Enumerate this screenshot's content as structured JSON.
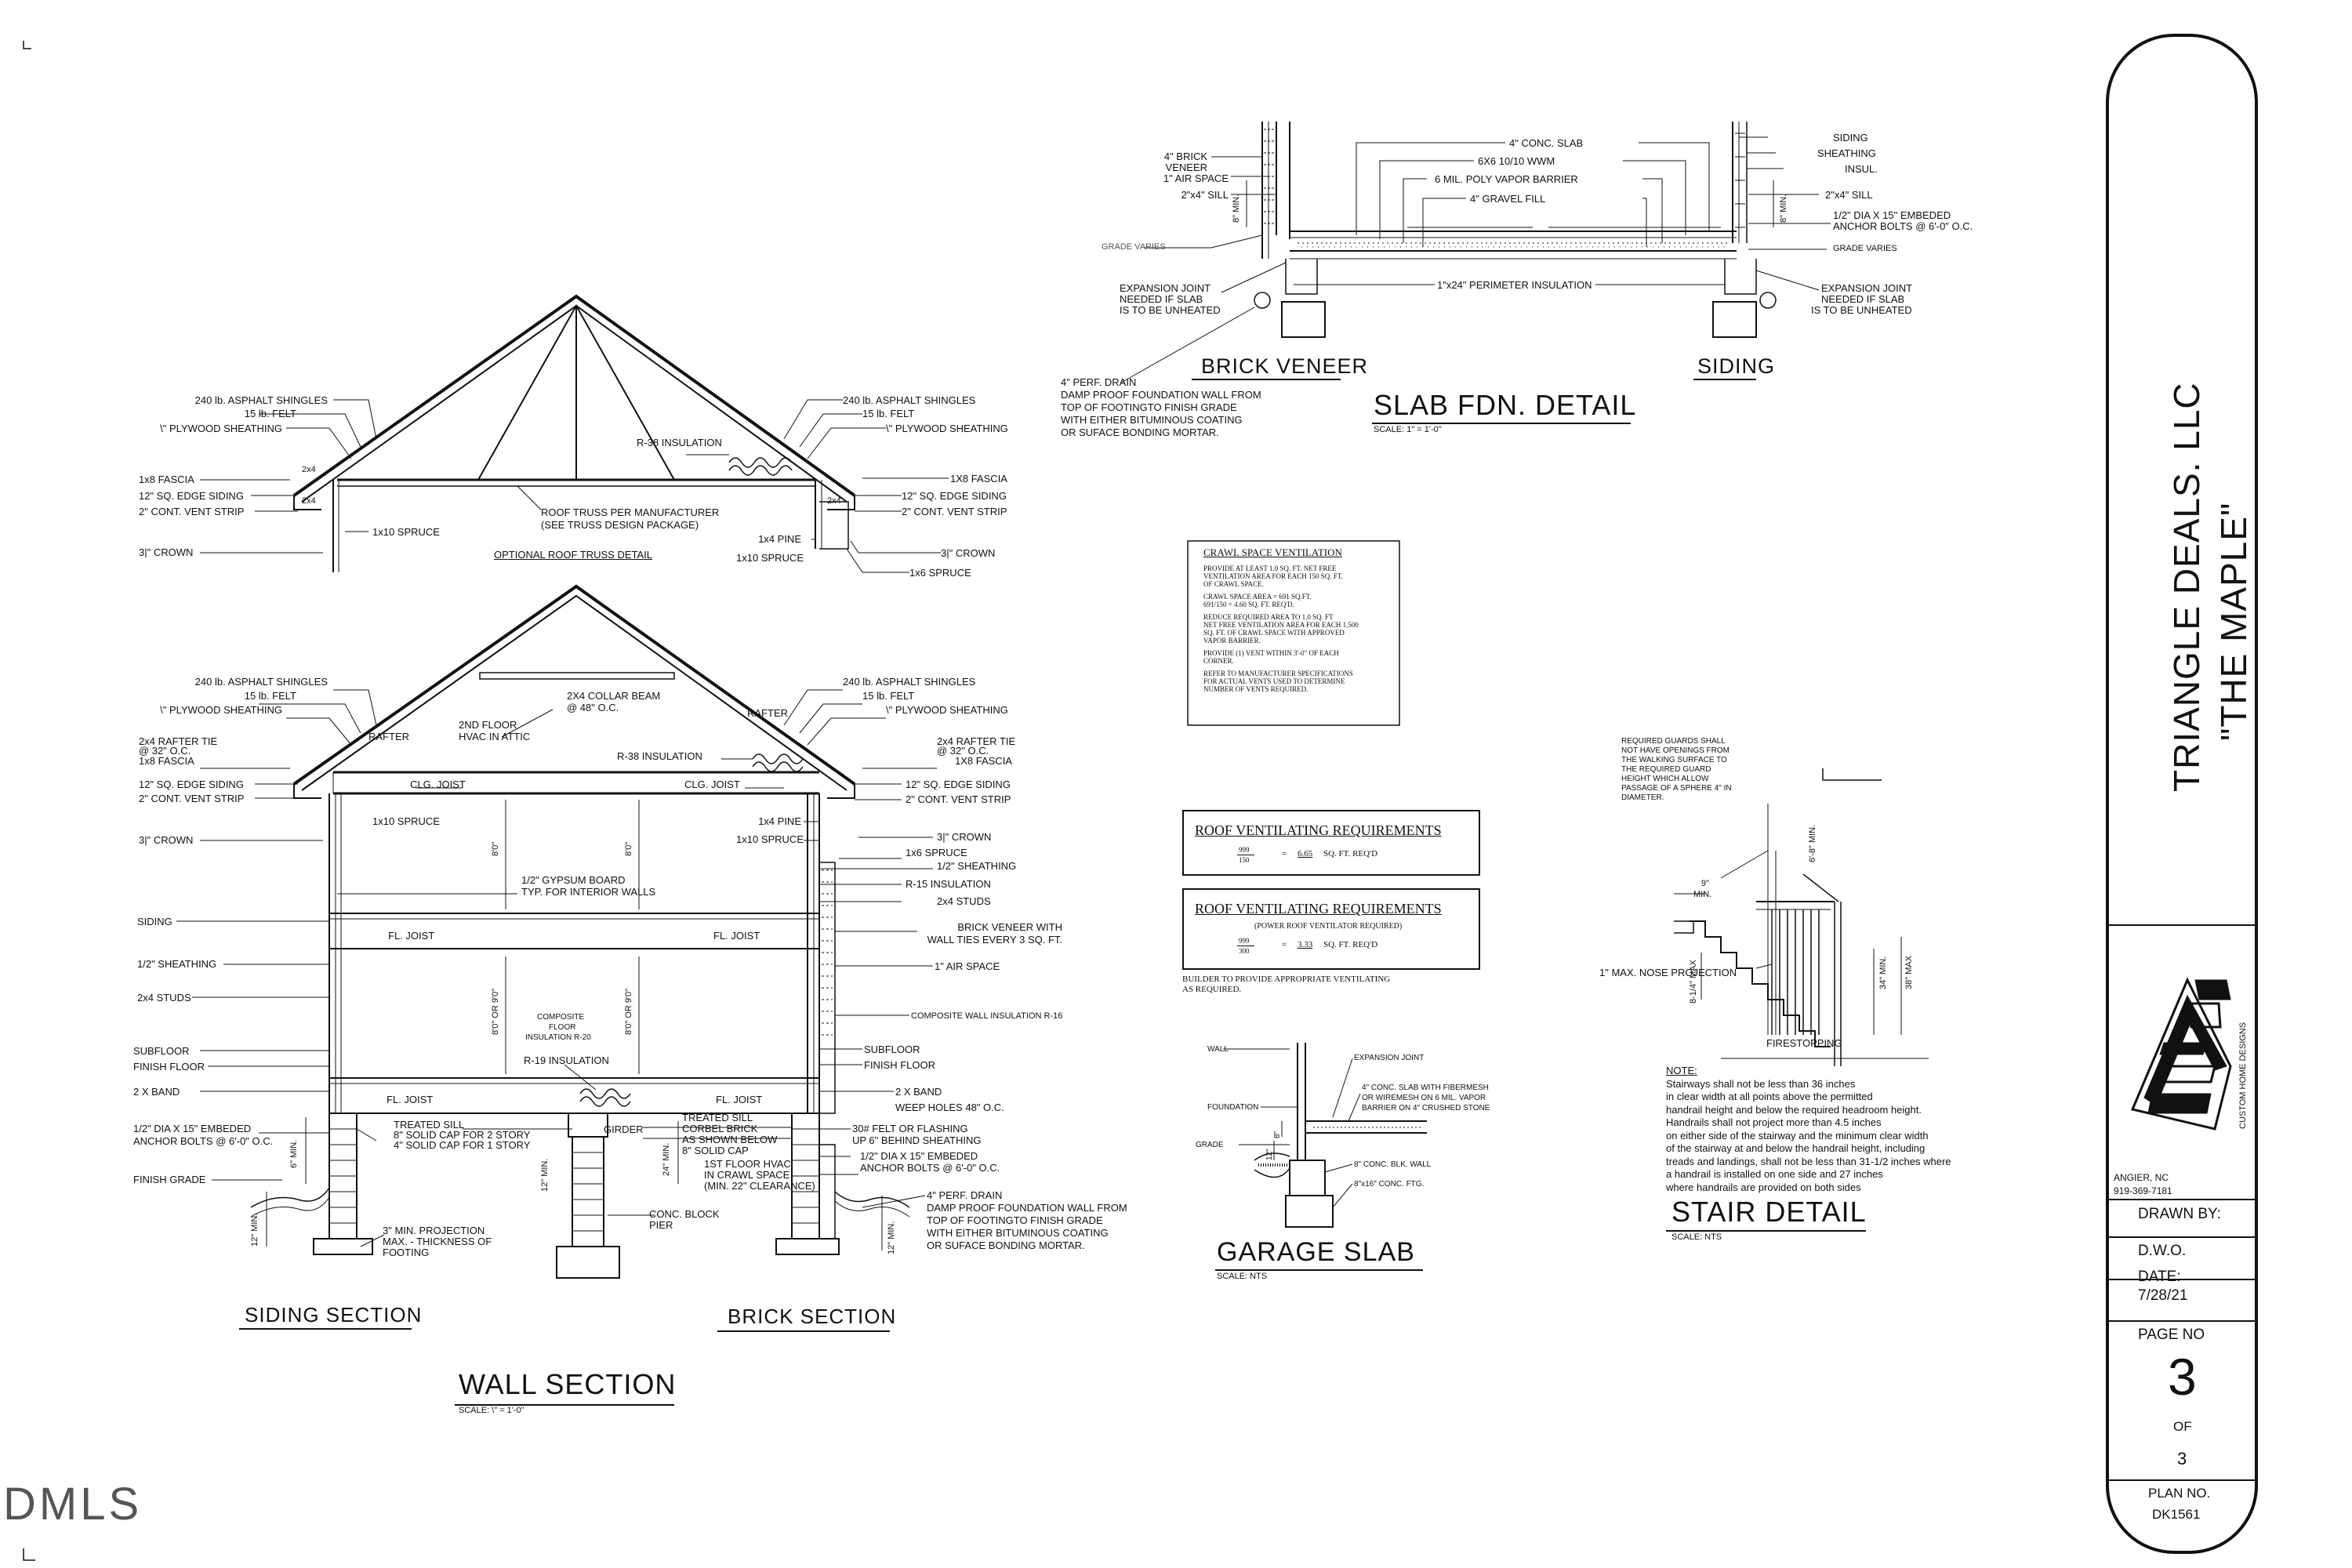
{
  "watermark": "DMLS",
  "title_block": {
    "company": "TRIANGLE DEALS. LLC",
    "plan_name": "\"THE MAPLE\"",
    "logo_subtext": "CUSTOM HOME DESIGNS",
    "location": "ANGIER, NC",
    "phone": "919-369-7181",
    "drawn_by_label": "DRAWN BY:",
    "drawn_by": "D.W.O.",
    "date_label": "DATE:",
    "date": "7/28/21",
    "page_label": "PAGE NO",
    "page_no": "3",
    "of_label": "OF",
    "page_total": "3",
    "plan_label": "PLAN NO.",
    "plan_no": "DK1561"
  },
  "truss": {
    "left": [
      "240 lb. ASPHALT SHINGLES",
      "15 lb. FELT",
      "\\\" PLYWOOD SHEATHING",
      "1x8 FASCIA",
      "12\" SQ. EDGE SIDING",
      "2\" CONT. VENT STRIP",
      "3|\" CROWN",
      "2x4",
      "2x4",
      "1x10 SPRUCE"
    ],
    "right": [
      "240 lb. ASPHALT SHINGLES",
      "15 lb. FELT",
      "\\\" PLYWOOD SHEATHING",
      "1X8 FASCIA",
      "12\" SQ. EDGE SIDING",
      "2\" CONT. VENT STRIP",
      "1x4 PINE",
      "1x10 SPRUCE",
      "3|\" CROWN",
      "1x6 SPRUCE",
      "2x4"
    ],
    "insulation": "R-38 INSULATION",
    "note1": "ROOF TRUSS PER MANUFACTURER",
    "note2": "(SEE TRUSS DESIGN PACKAGE)",
    "caption": "OPTIONAL ROOF TRUSS DETAIL"
  },
  "wall_section": {
    "left": [
      "240 lb. ASPHALT SHINGLES",
      "15 lb. FELT",
      "\\\" PLYWOOD SHEATHING",
      "2x4 RAFTER TIE",
      "@ 32\" O.C.",
      "1x8 FASCIA",
      "12\" SQ. EDGE SIDING",
      "2\" CONT. VENT STRIP",
      "3|\" CROWN",
      "SIDING",
      "1/2\" SHEATHING",
      "2x4 STUDS",
      "SUBFLOOR",
      "FINISH FLOOR",
      "2 X    BAND",
      "1/2\" DIA X 15\" EMBEDED",
      "ANCHOR BOLTS @ 6'-0\" O.C.",
      "FINISH GRADE"
    ],
    "right": [
      "240 lb. ASPHALT SHINGLES",
      "15 lb. FELT",
      "\\\" PLYWOOD SHEATHING",
      "2x4 RAFTER TIE",
      "@ 32\" O.C.",
      "1X8 FASCIA",
      "12\" SQ. EDGE SIDING",
      "2\" CONT. VENT STRIP",
      "3|\" CROWN",
      "1x6 SPRUCE",
      "1/2\" SHEATHING",
      "R-15 INSULATION",
      "2x4 STUDS",
      "BRICK VENEER WITH",
      "WALL TIES EVERY 3 SQ. FT.",
      "1\" AIR SPACE",
      "COMPOSITE WALL INSULATION R-16",
      "SUBFLOOR",
      "FINISH FLOOR",
      "2 X    BAND",
      "WEEP HOLES 48\" O.C.",
      "30# FELT OR FLASHING",
      "UP 6\" BEHIND SHEATHING",
      "1/2\" DIA X 15\" EMBEDED",
      "ANCHOR BOLTS @ 6'-0\" O.C."
    ],
    "inner": {
      "rafter_l": "RAFTER",
      "rafter_r": "RAFTER",
      "collar1": "2X4 COLLAR BEAM",
      "collar2": "@ 48\" O.C.",
      "hvac1": "2ND FLOOR",
      "hvac2": "HVAC IN ATTIC",
      "r38": "R-38 INSULATION",
      "clg_l": "CLG. JOIST",
      "clg_r": "CLG. JOIST",
      "spruce_l": "1x10 SPRUCE",
      "pine": "1x4 PINE",
      "spruce_r": "1x10 SPRUCE",
      "gyp1": "1/2\" GYPSUM BOARD",
      "gyp2": "TYP. FOR INTERIOR WALLS",
      "fl_l": "FL. JOIST",
      "fl_r": "FL. JOIST",
      "comp1": "COMPOSITE",
      "comp2": "FLOOR",
      "comp3": "INSULATION R-20",
      "r19": "R-19 INSULATION",
      "fl_l2": "FL. JOIST",
      "fl_r2": "FL. JOIST",
      "sill1": "TREATED SILL",
      "sill2": "8\" SOLID CAP FOR 2 STORY",
      "sill3": "4\" SOLID CAP FOR 1 STORY",
      "girder": "GIRDER",
      "tsill": "TREATED SILL",
      "corbel1": "CORBEL BRICK",
      "corbel2": "AS SHOWN BELOW",
      "corbel3": "8\" SOLID CAP",
      "hvac_cs1": "1ST FLOOR HVAC",
      "hvac_cs2": "IN CRAWL SPACE",
      "hvac_cs3": "(MIN. 22\" CLEARANCE)",
      "pier1": "CONC. BLOCK",
      "pier2": "PIER",
      "proj1": "3\" MIN. PROJECTION",
      "proj2": "MAX. - THICKNESS OF",
      "proj3": "FOOTING",
      "drain1": "4\" PERF. DRAIN",
      "drain2": "DAMP PROOF FOUNDATION WALL FROM",
      "drain3": "TOP OF FOOTINGTO FINISH GRADE",
      "drain4": "WITH EITHER BITUMINOUS COATING",
      "drain5": "OR SUFACE BONDING MORTAR.",
      "dim_8a": "8'0\"",
      "dim_8b": "8'0\"",
      "dim_89a": "8'0\" OR 9'0\"",
      "dim_89b": "8'0\" OR 9'0\"",
      "dim_6": "6\" MIN.",
      "dim_12a": "12\" MIN.",
      "dim_24": "24\" MIN.",
      "dim_12b": "12\" MIN.",
      "dim_12c": "12\" MIN."
    },
    "caption_siding": "SIDING SECTION",
    "caption_brick": "BRICK SECTION",
    "title": "WALL SECTION",
    "scale": "SCALE:  \\\" = 1'-0\""
  },
  "slab": {
    "left": [
      "4\" BRICK",
      "VENEER",
      "1\" AIR SPACE",
      "2\"x4\" SILL",
      "GRADE VARIES",
      "EXPANSION JOINT",
      "NEEDED IF SLAB",
      "IS TO BE UNHEATED",
      "4\" PERF. DRAIN",
      "DAMP PROOF FOUNDATION WALL FROM",
      "TOP OF FOOTINGTO FINISH GRADE",
      "WITH EITHER BITUMINOUS COATING",
      "OR SUFACE BONDING MORTAR."
    ],
    "center": [
      "4\" CONC. SLAB",
      "6X6 10/10 WWM",
      "6 MIL. POLY VAPOR BARRIER",
      "4\" GRAVEL FILL",
      "1\"x24\" PERIMETER INSULATION"
    ],
    "right": [
      "SIDING",
      "SHEATHING",
      "INSUL.",
      "2\"x4\" SILL",
      "1/2\" DIA X 15\" EMBEDED",
      "ANCHOR BOLTS @ 6'-0\" O.C.",
      "GRADE VARIES",
      "EXPANSION JOINT",
      "NEEDED IF SLAB",
      "IS TO BE UNHEATED"
    ],
    "dim_l": "8\" MIN.",
    "dim_r": "8\" MIN.",
    "brick_caption": "BRICK VENEER",
    "siding_caption": "SIDING",
    "title": "SLAB FDN. DETAIL",
    "scale": "SCALE: 1\" = 1'-0\""
  },
  "crawl": {
    "heading": "CRAWL SPACE VENTILATION",
    "lines": [
      "PROVIDE AT LEAST 1.0 SQ. FT. NET FREE",
      "VENTILATION AREA FOR EACH 150 SQ. FT.",
      "OF CRAWL SPACE.",
      "",
      "CRAWL SPACE AREA = 691 SQ.FT.",
      "691/150 = 4.60 SQ. FT. REQ'D.",
      "",
      "REDUCE REQUIRED AREA TO 1.0 SQ. FT",
      "NET FREE VENTILATION AREA FOR EACH 1,500",
      "SQ. FT. OF CRAWL SPACE WITH APPROVED",
      "VAPOR BARRIER.",
      "",
      "PROVIDE (1) VENT WITHIN 3'-0\" OF EACH",
      "CORNER.",
      "",
      "REFER TO MANUFACTURER SPECIFICATIONS",
      "FOR ACTUAL VENTS USED TO DETERMINE",
      "NUMBER OF VENTS REQUIRED."
    ]
  },
  "roof_vent1": {
    "heading": "ROOF VENTILATING REQUIREMENTS",
    "num": "999",
    "den": "150",
    "result": "6.65",
    "unit": "SQ. FT. REQ'D"
  },
  "roof_vent2": {
    "heading": "ROOF VENTILATING REQUIREMENTS",
    "sub": "(POWER ROOF VENTILATOR REQUIRED)",
    "num": "999",
    "den": "300",
    "result": "3.33",
    "unit": "SQ. FT. REQ'D"
  },
  "builder_note": [
    "BUILDER TO PROVIDE APPROPRIATE VENTILATING",
    "AS REQUIRED."
  ],
  "garage": {
    "labels": [
      "WALL",
      "FOUNDATION",
      "GRADE",
      "EXPANSION JOINT",
      "4\" CONC. SLAB WITH FIBERMESH",
      "OR WIREMESH ON 6 MIL. VAPOR",
      "BARRIER ON 4\" CRUSHED STONE",
      "8\" CONC. BLK. WALL",
      "8\"x16\" CONC. FTG."
    ],
    "dim_8": "8\"",
    "dim_12": "12\"",
    "title": "GARAGE SLAB",
    "scale": "SCALE:  NTS"
  },
  "stair": {
    "guard": [
      "REQUIRED GUARDS SHALL",
      "NOT HAVE OPENINGS FROM",
      "THE WALKING SURFACE TO",
      "THE REQUIRED GUARD",
      "HEIGHT WHICH ALLOW",
      "PASSAGE OF A SPHERE 4\" IN",
      "DIAMETER."
    ],
    "dim_9": "9\"",
    "dim_min": "MIN.",
    "dim_rise": "8-1/4\" MAX",
    "dim_head": "6'-8\" MIN.",
    "dim_34": "34\" MIN.",
    "dim_38": "38\" MAX",
    "nose": "1\" MAX. NOSE PROJECTION",
    "fire": "FIRESTOPPING",
    "note_head": "NOTE:",
    "notes": [
      "Stairways shall not be less than 36 inches",
      "in clear width at all points above the permitted",
      "handrail height and below the required headroom height.",
      "Handrails shall not project more than 4.5 inches",
      "on either side of the stairway and the minimum clear width",
      "of the stairway at and below the handrail height, including",
      "treads and landings, shall not be less than 31-1/2 inches where",
      "a handrail is installed on one side and 27 inches",
      "where handrails are provided on both sides"
    ],
    "title": "STAIR DETAIL",
    "scale": "SCALE:  NTS"
  }
}
